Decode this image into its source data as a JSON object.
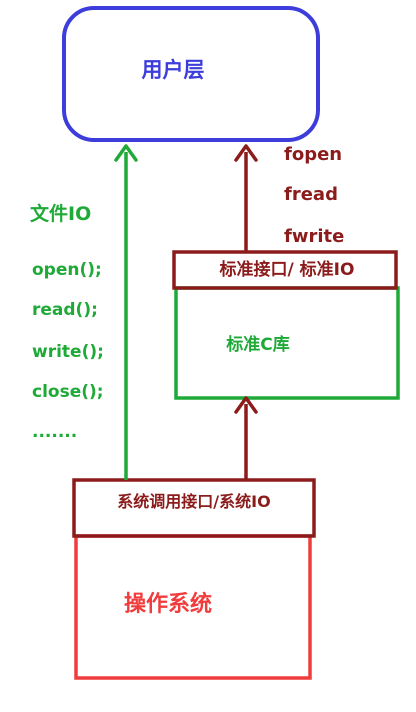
{
  "user_layer": {
    "label": "用户层"
  },
  "file_io": {
    "title": "文件IO",
    "items": [
      "open();",
      "read();",
      "write();",
      "close();",
      "......."
    ]
  },
  "std_io_calls": [
    "fopen",
    "fread",
    "fwrite"
  ],
  "std_interface": {
    "label": "标准接口/  标准IO"
  },
  "std_c_lib": {
    "label": "标准C库"
  },
  "syscall_interface": {
    "label": "系统调用接口/系统IO"
  },
  "os": {
    "label": "操作系统"
  },
  "colors": {
    "user_layer": "#3d3ddc",
    "green": "#1faa38",
    "dark_red": "#8c1c1c",
    "red": "#f03c3c"
  }
}
